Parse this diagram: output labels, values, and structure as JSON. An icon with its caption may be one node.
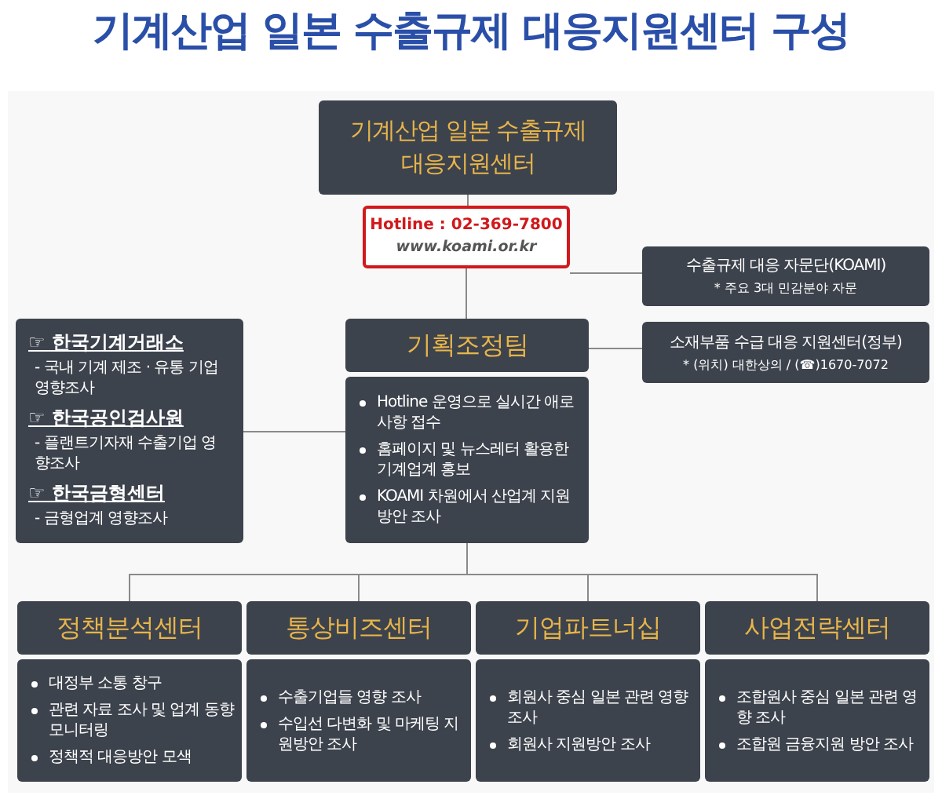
{
  "diagram": {
    "title": "기계산업 일본 수출규제 대응지원센터 구성",
    "nodes": [
      {
        "text": [
          "기계산업 일본 수출규제 대응지원센터"
        ]
      },
      {
        "text": [
          "Hotline : 02-369-7800",
          "www.koami.or.kr"
        ]
      },
      {
        "text": [
          "수출규제 대응 자문단(KOAMI)",
          "* 주요 3대 민감분야 자문"
        ]
      },
      {
        "text": [
          "☞ 한국기계거래소",
          "- 국내 기계 제조 · 유통 기업 영향조사",
          "☞ 한국공인검사원",
          "- 플랜트기자재 수출기업 영향조사",
          "☞ 한국금형센터",
          "- 금형업계 영향조사"
        ]
      },
      {
        "text": [
          "기획조정팀",
          "Hotline 운영으로 실시간 애로사항 접수",
          "홈페이지 및 뉴스레터 활용한 기계업계 홍보",
          "KOAMI 차원에서 산업계 지원방안 조사"
        ]
      },
      {
        "text": [
          "소재부품 수급 대응 지원센터(정부)",
          "* (위치) 대한상의 / (☎)1670-7072"
        ]
      },
      {
        "text": [
          "정책분석센터",
          "대정부 소통 창구",
          "관련 자료 조사 및 업계 동향 모니터링",
          "정책적 대응방안 모색"
        ]
      },
      {
        "text": [
          "통상비즈센터",
          "수출기업들 영향 조사",
          "수입선 다변화 및 마케팅 지원방안 조사"
        ]
      },
      {
        "text": [
          "기업파트너십",
          "회원사 중심 일본 관련 영향 조사",
          "회원사 지원방안 조사"
        ]
      },
      {
        "text": [
          "사업전략센터",
          "조합원사 중심 일본 관련 영향 조사",
          "조합원 금융지원 방안 조사"
        ]
      }
    ],
    "edges": [
      {
        "from": 0,
        "to": 1,
        "arrow": "none"
      },
      {
        "from": 1,
        "to": 4,
        "arrow": "none"
      },
      {
        "from": 1,
        "to": 2,
        "arrow": "none"
      },
      {
        "from": 4,
        "to": 5,
        "arrow": "none"
      },
      {
        "from": 4,
        "to": 3,
        "arrow": "none"
      },
      {
        "from": 4,
        "to": 6,
        "arrow": "none"
      },
      {
        "from": 4,
        "to": 7,
        "arrow": "none"
      },
      {
        "from": 4,
        "to": 8,
        "arrow": "none"
      },
      {
        "from": 4,
        "to": 9,
        "arrow": "none"
      }
    ]
  }
}
